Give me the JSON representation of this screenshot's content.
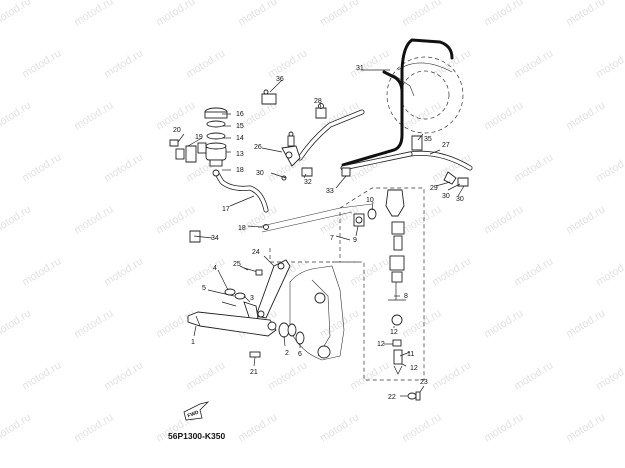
{
  "watermark": "motod.ru",
  "diagram_code": "56P1300-K350",
  "fwd_label": "FWD",
  "callouts": [
    {
      "id": "c1",
      "label": "1"
    },
    {
      "id": "c2",
      "label": "2"
    },
    {
      "id": "c3",
      "label": "3"
    },
    {
      "id": "c4",
      "label": "4"
    },
    {
      "id": "c5",
      "label": "5"
    },
    {
      "id": "c6",
      "label": "6"
    },
    {
      "id": "c7",
      "label": "7"
    },
    {
      "id": "c8",
      "label": "8"
    },
    {
      "id": "c9",
      "label": "9"
    },
    {
      "id": "c10",
      "label": "10"
    },
    {
      "id": "c11",
      "label": "11"
    },
    {
      "id": "c12",
      "label": "12"
    },
    {
      "id": "c12b",
      "label": "12"
    },
    {
      "id": "c13",
      "label": "13"
    },
    {
      "id": "c14",
      "label": "14"
    },
    {
      "id": "c15",
      "label": "15"
    },
    {
      "id": "c16",
      "label": "16"
    },
    {
      "id": "c17",
      "label": "17"
    },
    {
      "id": "c18a",
      "label": "18"
    },
    {
      "id": "c18b",
      "label": "18"
    },
    {
      "id": "c19",
      "label": "19"
    },
    {
      "id": "c20",
      "label": "20"
    },
    {
      "id": "c21",
      "label": "21"
    },
    {
      "id": "c22",
      "label": "22"
    },
    {
      "id": "c23",
      "label": "23"
    },
    {
      "id": "c24",
      "label": "24"
    },
    {
      "id": "c25",
      "label": "25"
    },
    {
      "id": "c26",
      "label": "26"
    },
    {
      "id": "c27",
      "label": "27"
    },
    {
      "id": "c28",
      "label": "28"
    },
    {
      "id": "c29",
      "label": "29"
    },
    {
      "id": "c30a",
      "label": "30"
    },
    {
      "id": "c30b",
      "label": "30"
    },
    {
      "id": "c30c",
      "label": "30"
    },
    {
      "id": "c31",
      "label": "31"
    },
    {
      "id": "c32",
      "label": "32"
    },
    {
      "id": "c33",
      "label": "33"
    },
    {
      "id": "c34",
      "label": "34"
    },
    {
      "id": "c35",
      "label": "35"
    },
    {
      "id": "c36",
      "label": "36"
    }
  ]
}
